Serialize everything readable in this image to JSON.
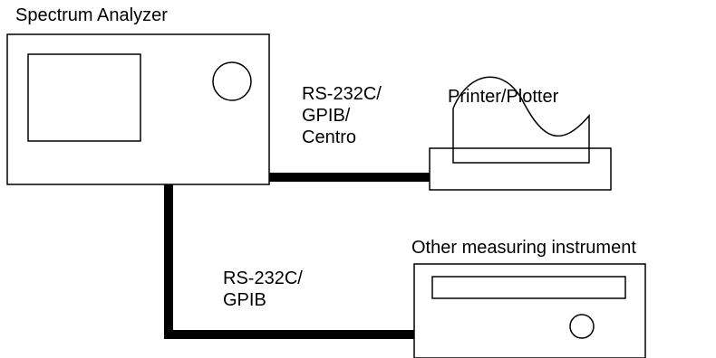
{
  "labels": {
    "analyzer": "Spectrum Analyzer",
    "printer": "Printer/Plotter",
    "instrument": "Other measuring instrument",
    "link_printer": [
      "RS-232C/",
      "GPIB/",
      "Centro"
    ],
    "link_instrument": [
      "RS-232C/",
      "GPIB"
    ]
  },
  "colors": {
    "stroke": "#000000",
    "background": "#ffffff"
  }
}
